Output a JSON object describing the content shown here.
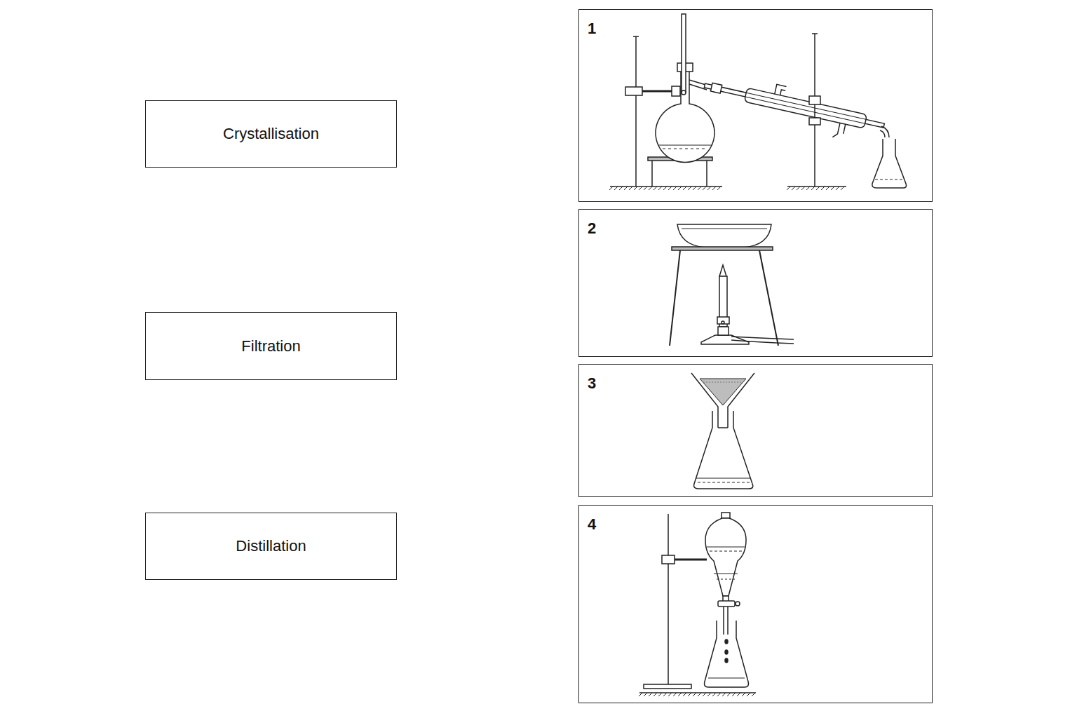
{
  "diagram": {
    "nodes": [
      {
        "text": [
          "Crystallisation"
        ]
      },
      {
        "text": [
          "Filtration"
        ]
      },
      {
        "text": [
          "Distillation"
        ]
      },
      {
        "text": [
          "1"
        ]
      },
      {
        "text": [
          "2"
        ]
      },
      {
        "text": [
          "3"
        ]
      },
      {
        "text": [
          "4"
        ]
      }
    ]
  }
}
